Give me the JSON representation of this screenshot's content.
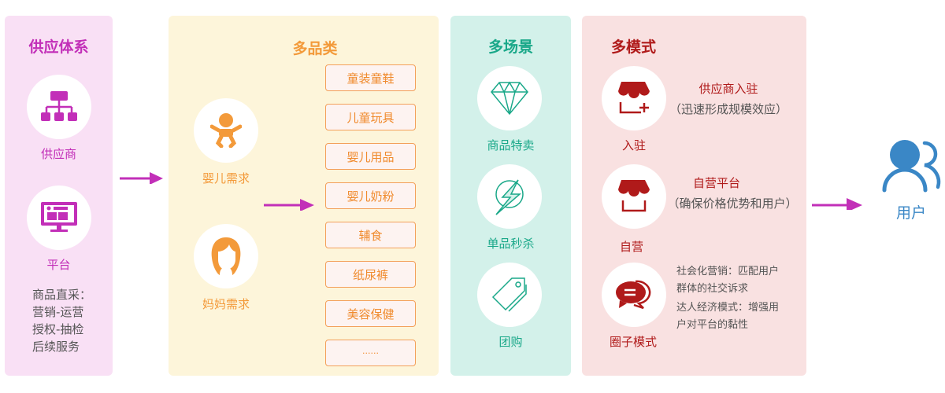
{
  "supply": {
    "title": "供应体系",
    "supplier": "供应商",
    "platform": "平台",
    "notes": [
      "商品直采：",
      "营销-运营",
      "授权-抽检",
      "后续服务"
    ]
  },
  "category": {
    "title": "多品类",
    "baby": "婴儿需求",
    "mom": "妈妈需求",
    "items": [
      "童装童鞋",
      "儿童玩具",
      "婴儿用品",
      "婴儿奶粉",
      "辅食",
      "纸尿裤",
      "美容保健",
      "······"
    ]
  },
  "scene": {
    "title": "多场景",
    "items": [
      "商品特卖",
      "单品秒杀",
      "团购"
    ]
  },
  "mode": {
    "title": "多模式",
    "settle": "入驻",
    "settle_title": "供应商入驻",
    "settle_desc": "（迅速形成规模效应）",
    "self": "自营",
    "self_title": "自营平台",
    "self_desc": "（确保价格优势和用户）",
    "circle": "圈子模式",
    "circle_desc": [
      "社会化营销：匹配用户",
      "群体的社交诉求",
      "达人经济模式：增强用",
      "户对平台的黏性"
    ]
  },
  "user": {
    "label": "用户"
  },
  "colors": {
    "purple": "#c22fb8",
    "orange": "#f39a3a",
    "teal": "#1aa889",
    "red": "#b01a1a",
    "blue": "#3a87c6"
  }
}
